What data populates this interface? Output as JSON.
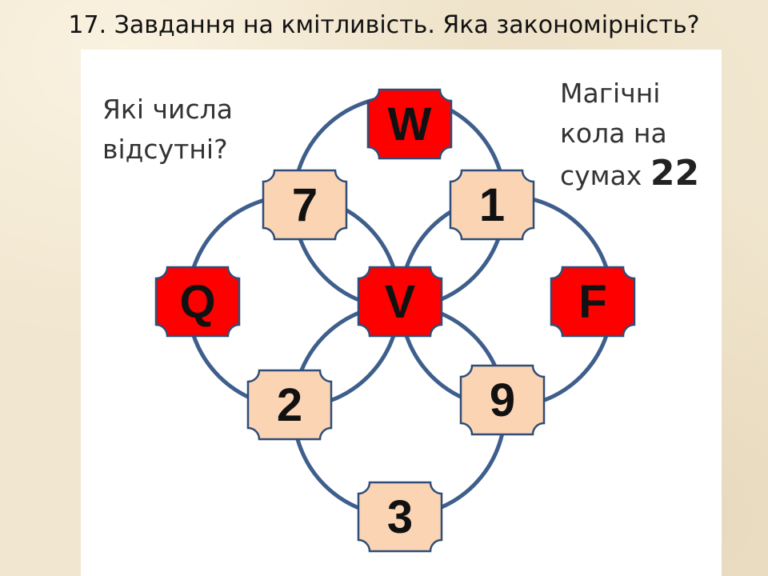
{
  "title": "17. Завдання на кмітливість. Яка закономірність?",
  "question": {
    "line1": "Які числа",
    "line2": "відсутні?"
  },
  "hint": {
    "line1": "Магічні",
    "line2": "кола на",
    "line3": "сумах",
    "sum": "22"
  },
  "colors": {
    "circle": "#3e5e8c",
    "unknown_fill": "#ff0000",
    "known_fill": "#fbd4b4",
    "border": "#2f4d78",
    "text": "#111111"
  },
  "nodes": [
    {
      "id": "top",
      "label": "W",
      "kind": "unknown"
    },
    {
      "id": "upper-left",
      "label": "7",
      "kind": "known"
    },
    {
      "id": "upper-right",
      "label": "1",
      "kind": "known"
    },
    {
      "id": "left",
      "label": "Q",
      "kind": "unknown"
    },
    {
      "id": "center",
      "label": "V",
      "kind": "unknown"
    },
    {
      "id": "right",
      "label": "F",
      "kind": "unknown"
    },
    {
      "id": "lower-left",
      "label": "2",
      "kind": "known"
    },
    {
      "id": "lower-right",
      "label": "9",
      "kind": "known"
    },
    {
      "id": "bottom",
      "label": "3",
      "kind": "known"
    }
  ]
}
